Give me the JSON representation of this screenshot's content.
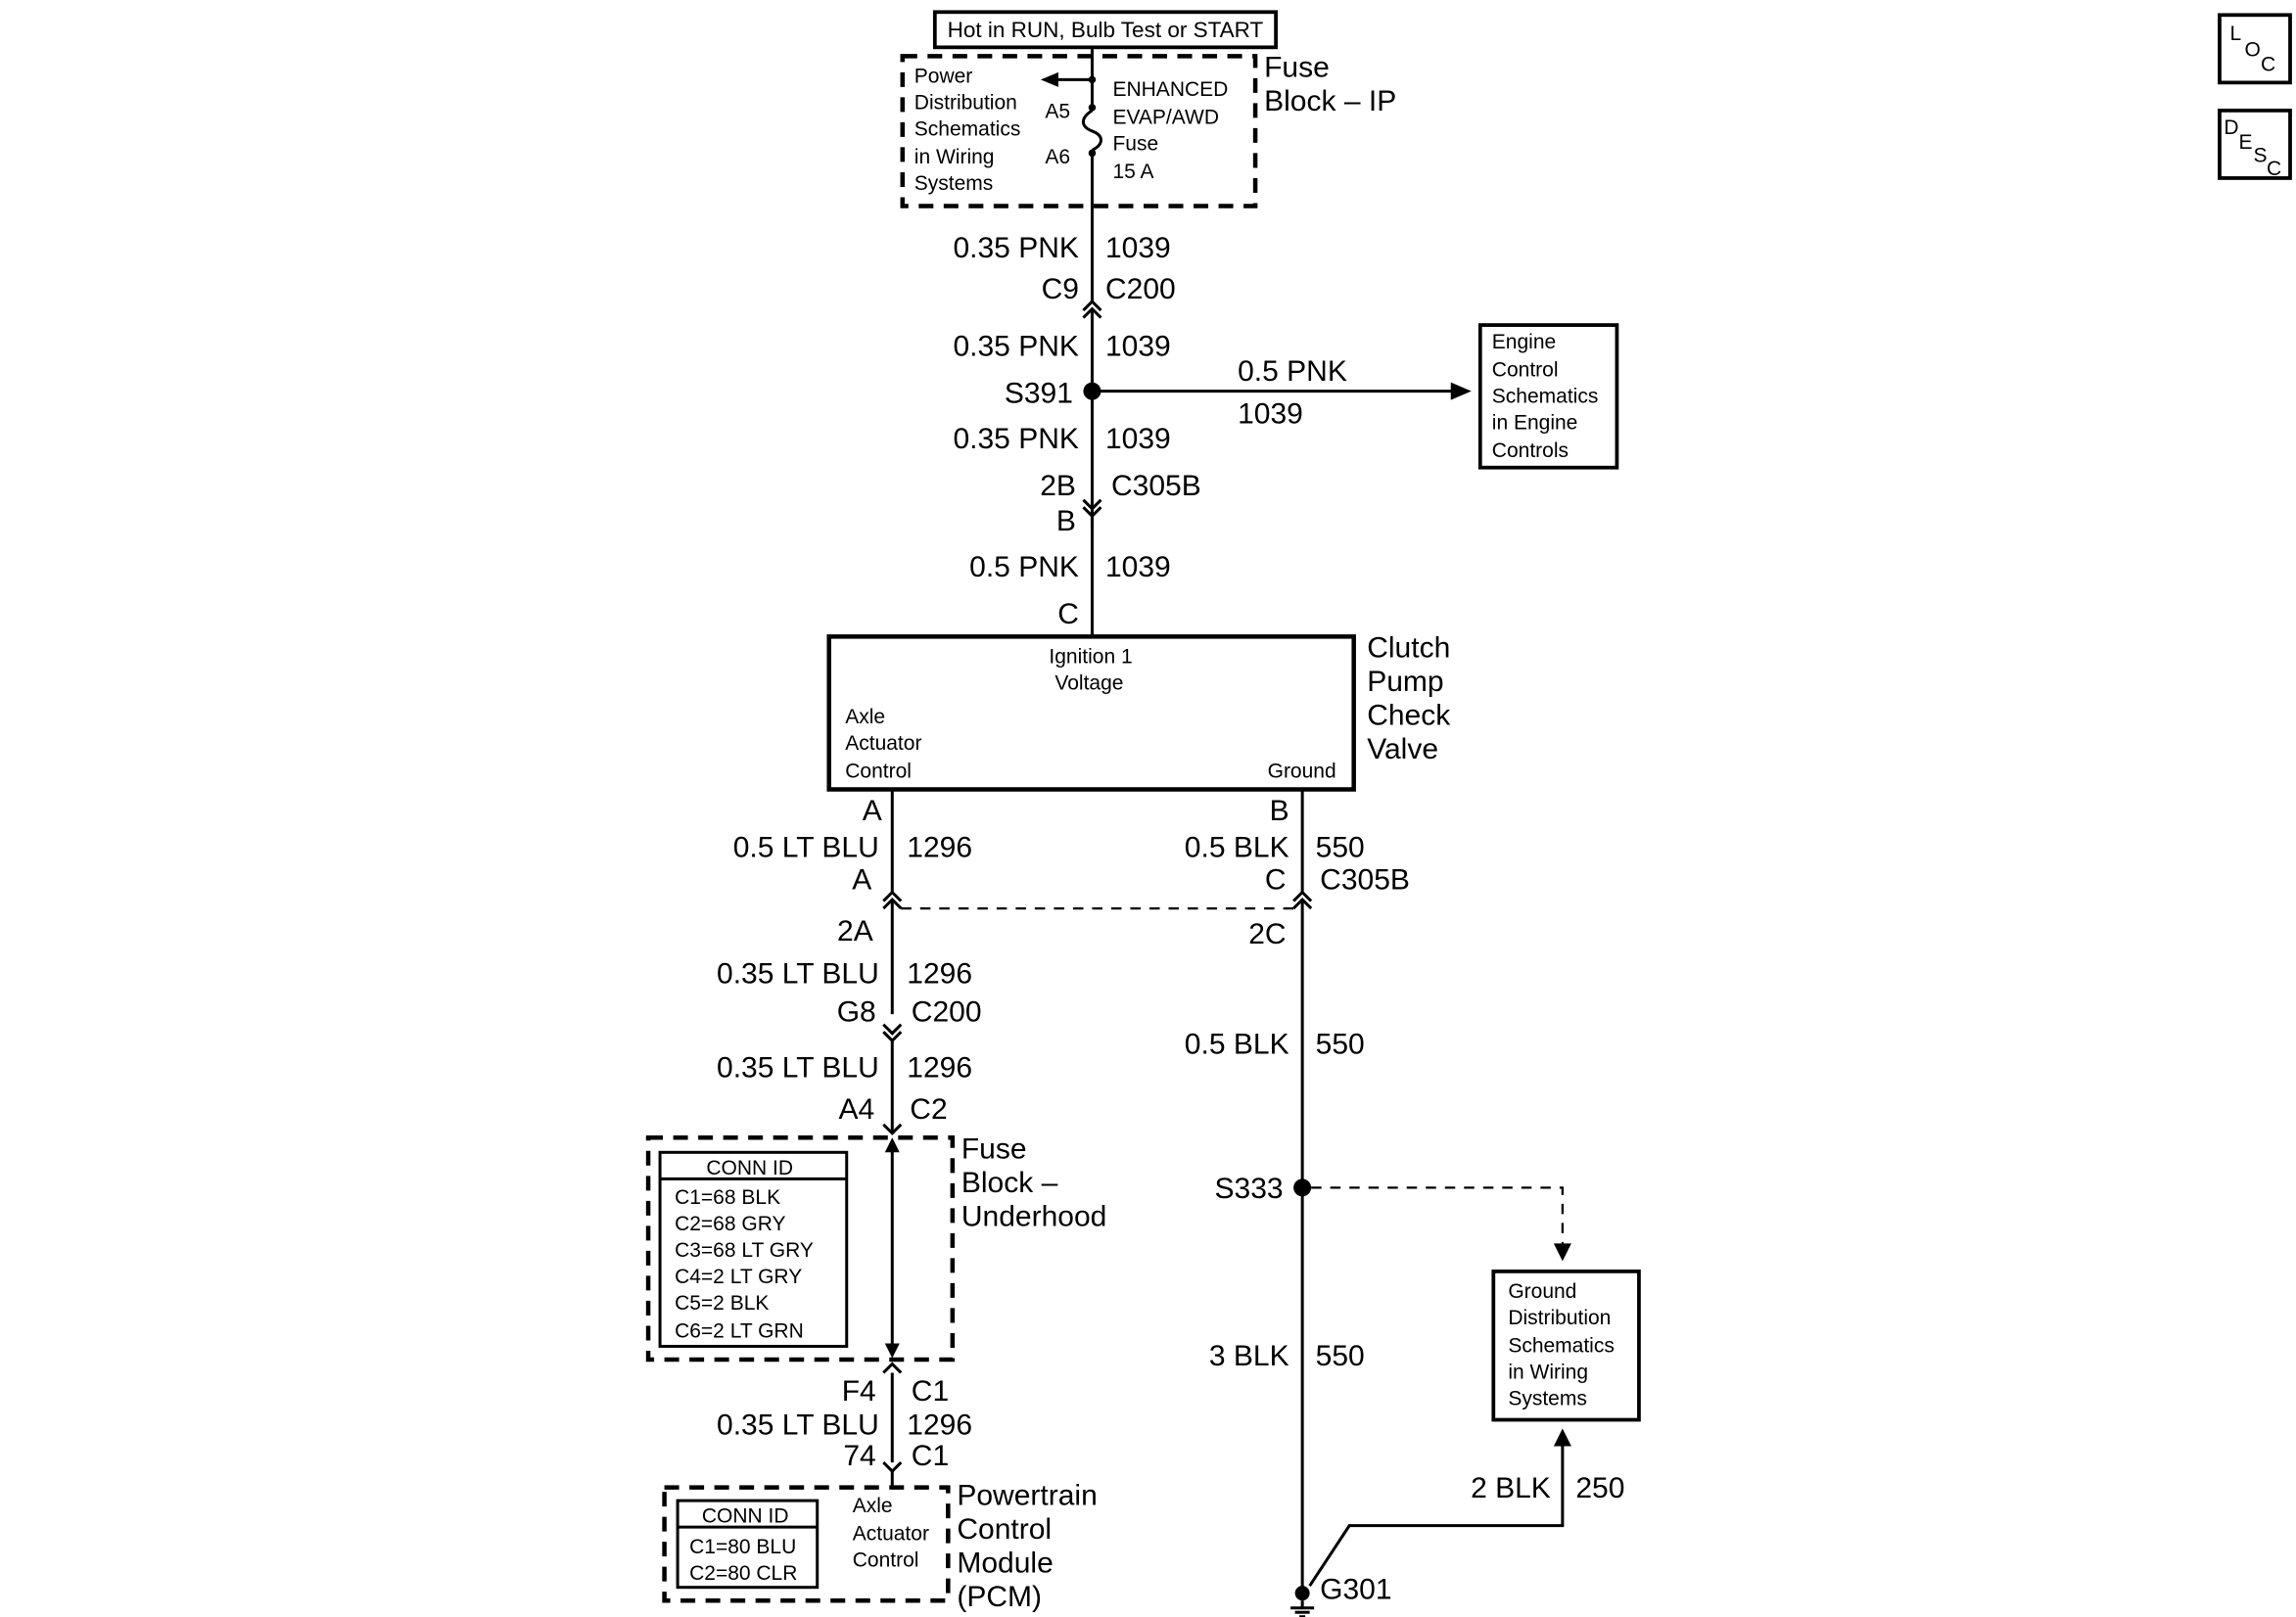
{
  "hot_label": "Hot in RUN, Bulb Test or START",
  "fuse_block_ip": {
    "title": [
      "Fuse",
      "Block – IP"
    ],
    "power_ref": [
      "Power",
      "Distribution",
      "Schematics",
      "in Wiring",
      "Systems"
    ],
    "pin_top": "A5",
    "pin_bottom": "A6",
    "fuse_label": [
      "ENHANCED",
      "EVAP/AWD",
      "Fuse",
      "15 A"
    ]
  },
  "wires": {
    "w1": {
      "size_color": "0.35 PNK",
      "circuit": "1039"
    },
    "c200_top": {
      "pin": "C9",
      "connector": "C200"
    },
    "w2": {
      "size_color": "0.35 PNK",
      "circuit": "1039"
    },
    "splice_s391": "S391",
    "branch": {
      "size_color": "0.5 PNK",
      "circuit": "1039"
    },
    "w3": {
      "size_color": "0.35 PNK",
      "circuit": "1039"
    },
    "c305b_top": {
      "pin_upper": "2B",
      "connector": "C305B",
      "pin_lower": "B"
    },
    "w4": {
      "size_color": "0.5 PNK",
      "circuit": "1039"
    },
    "pin_c": "C",
    "left_a": {
      "pin": "A",
      "size_color": "0.5 LT BLU",
      "circuit": "1296",
      "pin2": "A"
    },
    "right_b": {
      "pin": "B",
      "size_color": "0.5 BLK",
      "circuit": "550",
      "pin2": "C",
      "connector": "C305B"
    },
    "left_2a": "2A",
    "right_2c": "2C",
    "left_w2": {
      "size_color": "0.35 LT BLU",
      "circuit": "1296"
    },
    "left_c200": {
      "pin": "G8",
      "connector": "C200"
    },
    "left_w3": {
      "size_color": "0.35 LT BLU",
      "circuit": "1296"
    },
    "left_c2": {
      "pin": "A4",
      "connector": "C2"
    },
    "right_w2": {
      "size_color": "0.5 BLK",
      "circuit": "550"
    },
    "splice_s333": "S333",
    "right_w3": {
      "size_color": "3 BLK",
      "circuit": "550"
    },
    "left_c1_top": {
      "pin": "F4",
      "connector": "C1"
    },
    "left_w4": {
      "size_color": "0.35 LT BLU",
      "circuit": "1296"
    },
    "left_c1_bot": {
      "pin": "74",
      "connector": "C1"
    },
    "gnd_w": {
      "size_color": "2 BLK",
      "circuit": "250"
    },
    "ground": "G301"
  },
  "engine_ref": [
    "Engine",
    "Control",
    "Schematics",
    "in Engine",
    "Controls"
  ],
  "valve": {
    "title": [
      "Clutch",
      "Pump",
      "Check",
      "Valve"
    ],
    "ign": [
      "Ignition 1",
      "Voltage"
    ],
    "axle": [
      "Axle",
      "Actuator",
      "Control"
    ],
    "ground": "Ground"
  },
  "fuse_block_uh": {
    "title": [
      "Fuse",
      "Block –",
      "Underhood"
    ],
    "conn_header": "CONN ID",
    "conn_rows": [
      "C1=68 BLK",
      "C2=68 GRY",
      "C3=68 LT GRY",
      "C4=2 LT GRY",
      "C5=2 BLK",
      "C6=2 LT GRN"
    ]
  },
  "pcm": {
    "title": [
      "Powertrain",
      "Control",
      "Module",
      "(PCM)"
    ],
    "conn_header": "CONN ID",
    "conn_rows": [
      "C1=80 BLU",
      "C2=80 CLR"
    ],
    "axle": [
      "Axle",
      "Actuator",
      "Control"
    ]
  },
  "ground_ref": [
    "Ground",
    "Distribution",
    "Schematics",
    "in Wiring",
    "Systems"
  ],
  "nav": {
    "loc": [
      "L",
      "O",
      "C"
    ],
    "desc": [
      "D",
      "E",
      "S",
      "C"
    ]
  }
}
